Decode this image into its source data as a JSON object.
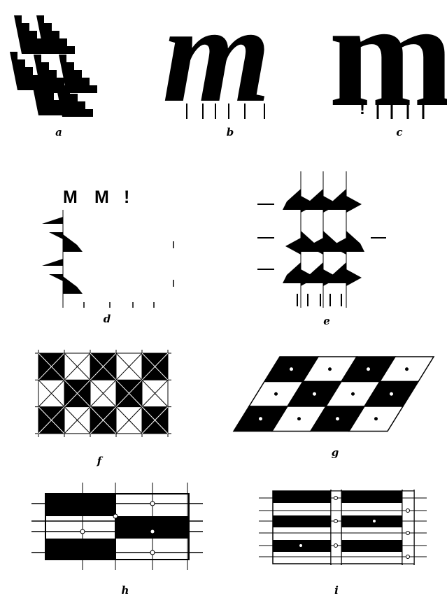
{
  "panels": {
    "a": {
      "caption": "a"
    },
    "b": {
      "caption": "b",
      "glyph": "m"
    },
    "c": {
      "caption": "c",
      "glyph": "m",
      "mark": "!"
    },
    "d": {
      "caption": "d",
      "marks": [
        "M",
        "M",
        "!"
      ]
    },
    "e": {
      "caption": "e"
    },
    "f": {
      "caption": "f"
    },
    "g": {
      "caption": "g"
    },
    "h": {
      "caption": "h"
    },
    "i": {
      "caption": "i"
    }
  },
  "colors": {
    "ink": "#000000",
    "paper": "#ffffff"
  }
}
